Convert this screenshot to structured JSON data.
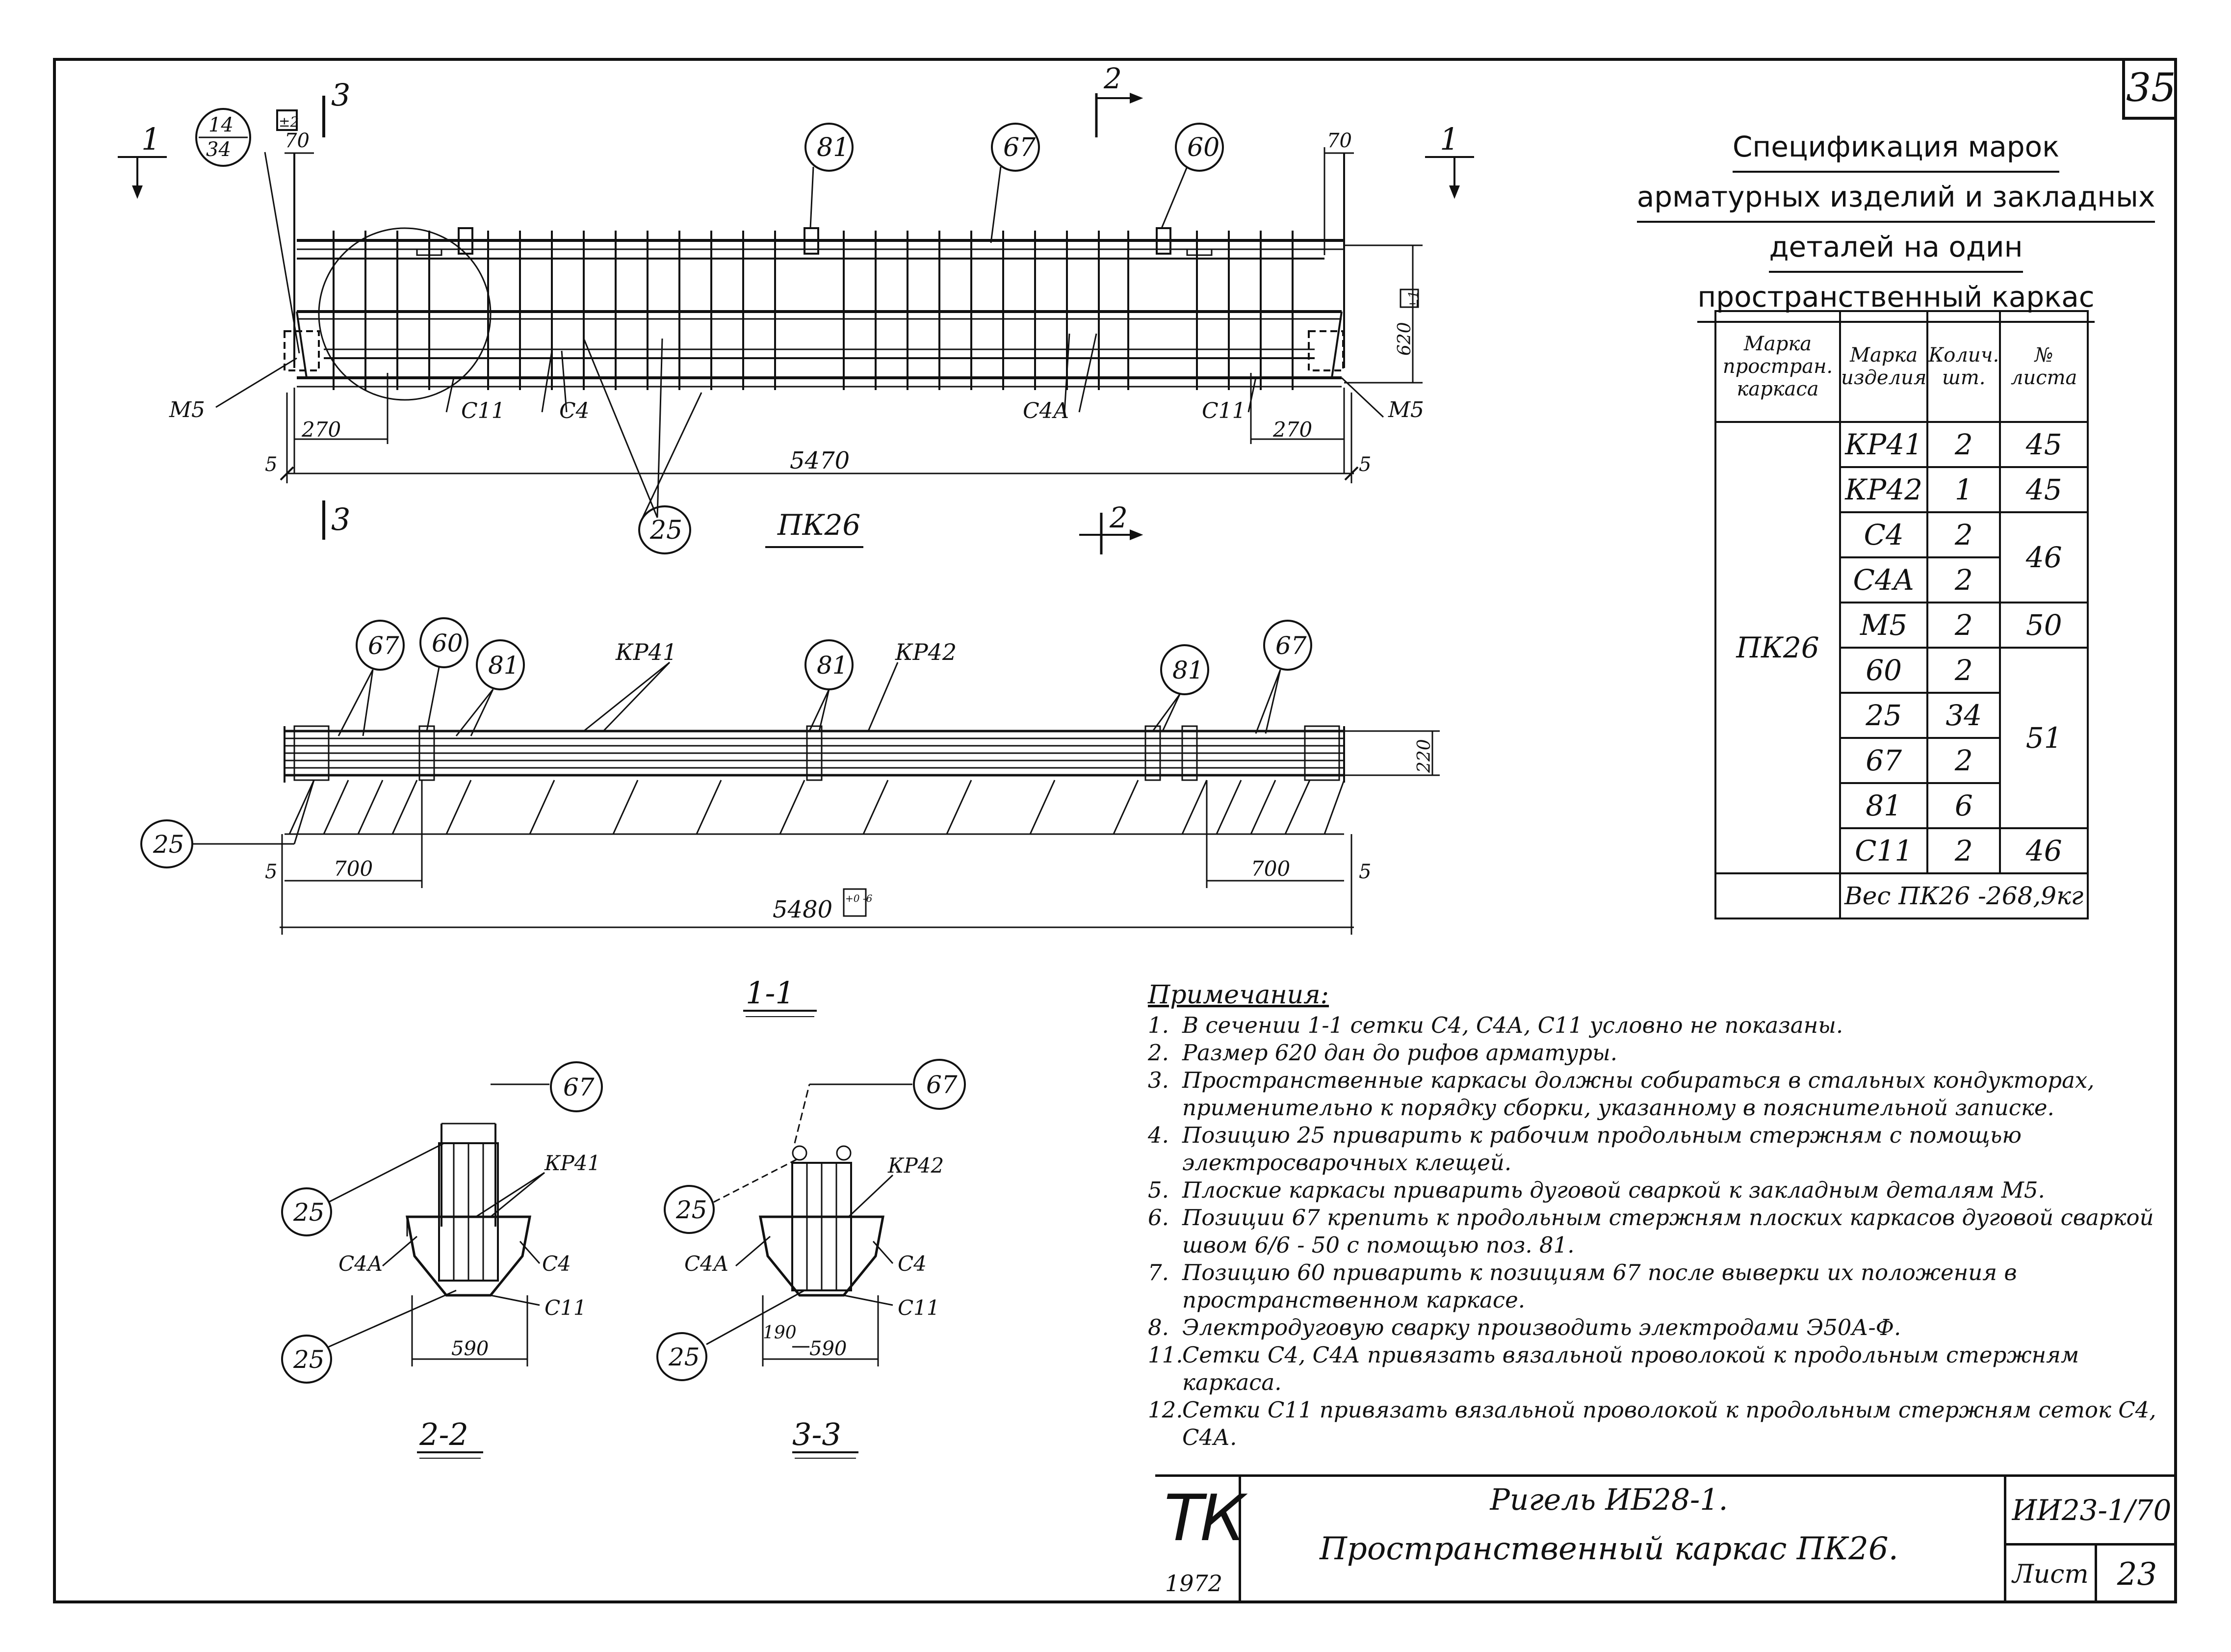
{
  "sheet": {
    "number": "35"
  },
  "spec": {
    "title_lines": [
      "Спецификация марок",
      "арматурных изделий и закладных",
      "деталей на один",
      "пространственный каркас"
    ],
    "headers": {
      "frame": "Марка простран. каркаса",
      "item": "Марка изделия",
      "qty": "Колич. шт.",
      "sheet": "№ листа"
    },
    "frame_mark": "ПК26",
    "rows": [
      {
        "item": "КР41",
        "qty": "2",
        "sheet": "45"
      },
      {
        "item": "КР42",
        "qty": "1",
        "sheet": "45"
      },
      {
        "item": "С4",
        "qty": "2",
        "sheet": ""
      },
      {
        "item": "С4А",
        "qty": "2",
        "sheet": "46"
      },
      {
        "item": "М5",
        "qty": "2",
        "sheet": "50"
      },
      {
        "item": "60",
        "qty": "2",
        "sheet": ""
      },
      {
        "item": "25",
        "qty": "34",
        "sheet": ""
      },
      {
        "item": "67",
        "qty": "2",
        "sheet": "51"
      },
      {
        "item": "81",
        "qty": "6",
        "sheet": ""
      },
      {
        "item": "С11",
        "qty": "2",
        "sheet": "46"
      }
    ],
    "weight": "Вес ПК26 -268,9кг"
  },
  "drawing": {
    "main_label": "ПК26",
    "section11": "1-1",
    "section22": "2-2",
    "section33": "3-3",
    "callout_top": [
      "14",
      "34"
    ],
    "marks": {
      "m81": "81",
      "m67": "67",
      "m60": "60",
      "m25": "25"
    },
    "cut1": "1",
    "cut2": "2",
    "cut3": "3",
    "labels": {
      "m5": "М5",
      "c11": "С11",
      "c4": "С4",
      "c4a": "С4А",
      "kr41": "КР41",
      "kr42": "КР42"
    },
    "dims": {
      "d70": "70",
      "d620": "620",
      "d270": "270",
      "d5470": "5470",
      "d5": "5",
      "d220": "220",
      "d700": "700",
      "d5480": "5480",
      "d590": "590",
      "d190": "190",
      "tol_pm2": "±2",
      "tol_pm1": "±1",
      "tol_p0m6": "+0 -6"
    }
  },
  "notes": {
    "title": "Примечания:",
    "items": [
      {
        "n": "1.",
        "t": "В сечении 1-1 сетки С4, С4А, С11 условно не показаны."
      },
      {
        "n": "2.",
        "t": "Размер 620 дан до рифов арматуры."
      },
      {
        "n": "3.",
        "t": "Пространственные каркасы должны собираться в стальных кондукторах, применительно к порядку сборки, указанному в пояснительной записке."
      },
      {
        "n": "4.",
        "t": "Позицию 25 приварить к рабочим продольным стержням с помощью электросварочных клещей."
      },
      {
        "n": "5.",
        "t": "Плоские каркасы приварить дуговой сваркой к закладным деталям М5."
      },
      {
        "n": "6.",
        "t": "Позиции 67 крепить к продольным стержням плоских каркасов дуговой сваркой швом 6/6 - 50 с помощью поз. 81."
      },
      {
        "n": "7.",
        "t": "Позицию 60 приварить к позициям 67 после выверки их положения в пространственном каркасе."
      },
      {
        "n": "8.",
        "t": "Электродуговую сварку производить электродами Э50А-Ф."
      },
      {
        "n": "11.",
        "t": "Сетки С4, С4А привязать вязальной проволокой к продольным стержням каркаса."
      },
      {
        "n": "12.",
        "t": "Сетки С11 привязать вязальной проволокой к продольным стержням сеток С4, С4А."
      }
    ]
  },
  "stamp": {
    "org": "ТК",
    "year": "1972",
    "title1": "Ригель ИБ28-1.",
    "title2": "Пространственный каркас ПК26.",
    "code": "ИИ23-1/70",
    "sheet_label": "Лист",
    "sheet_num": "23"
  }
}
